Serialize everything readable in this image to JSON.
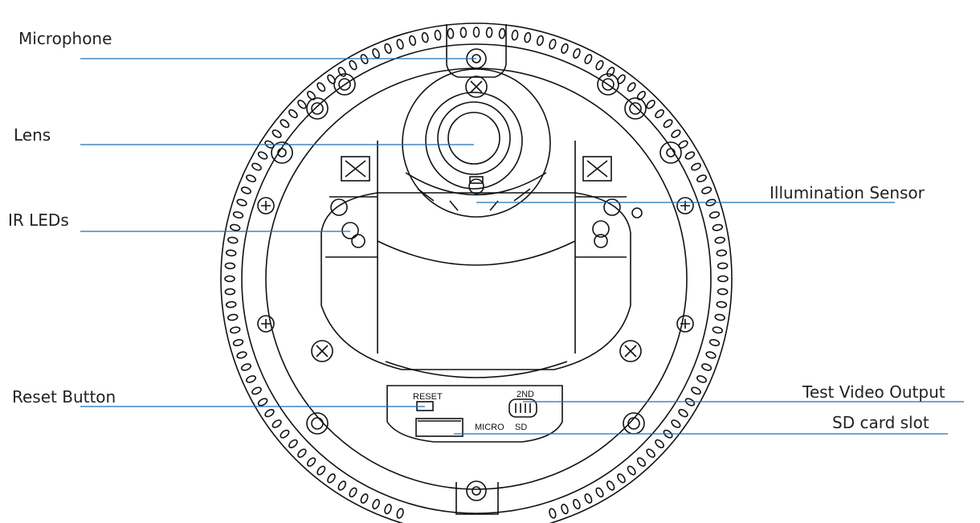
{
  "callouts": {
    "microphone": "Microphone",
    "lens": "Lens",
    "ir_leds": "IR LEDs",
    "reset_button": "Reset Button",
    "illumination_sensor": "Illumination Sensor",
    "test_video_output": "Test Video Output",
    "sd_card_slot": "SD card slot"
  },
  "panel_markings": {
    "reset": "RESET",
    "second": "2ND",
    "micro": "MICRO",
    "sd": "SD"
  },
  "colors": {
    "leader_line": "#1f6fb4",
    "outline": "#111111"
  }
}
